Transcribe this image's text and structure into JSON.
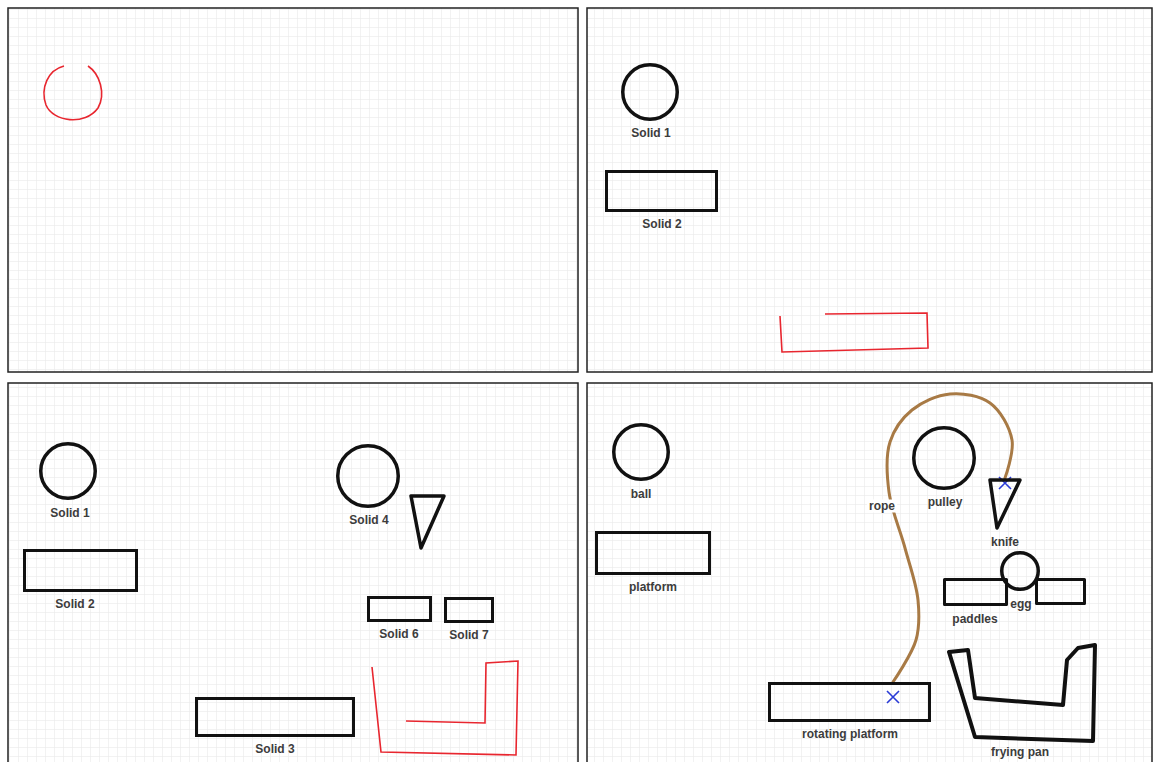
{
  "diagram": {
    "nodes": [
      {
        "text": [
          "Solid 1"
        ]
      },
      {
        "text": [
          "Solid 2"
        ]
      },
      {
        "text": [
          "Solid 1"
        ]
      },
      {
        "text": [
          "Solid 4"
        ]
      },
      {
        "text": [
          "Solid 2"
        ]
      },
      {
        "text": [
          "Solid 6"
        ]
      },
      {
        "text": [
          "Solid 7"
        ]
      },
      {
        "text": [
          "Solid 3"
        ]
      },
      {
        "text": [
          "ball"
        ]
      },
      {
        "text": [
          "pulley"
        ]
      },
      {
        "text": [
          "knife"
        ]
      },
      {
        "text": [
          "platform"
        ]
      },
      {
        "text": [
          "paddles"
        ]
      },
      {
        "text": [
          "egg"
        ]
      },
      {
        "text": [
          "rotating platform"
        ]
      },
      {
        "text": [
          "frying pan"
        ]
      }
    ],
    "edges": [
      {
        "from": 14,
        "to": 10,
        "label": "rope",
        "arrow": "none"
      }
    ]
  }
}
